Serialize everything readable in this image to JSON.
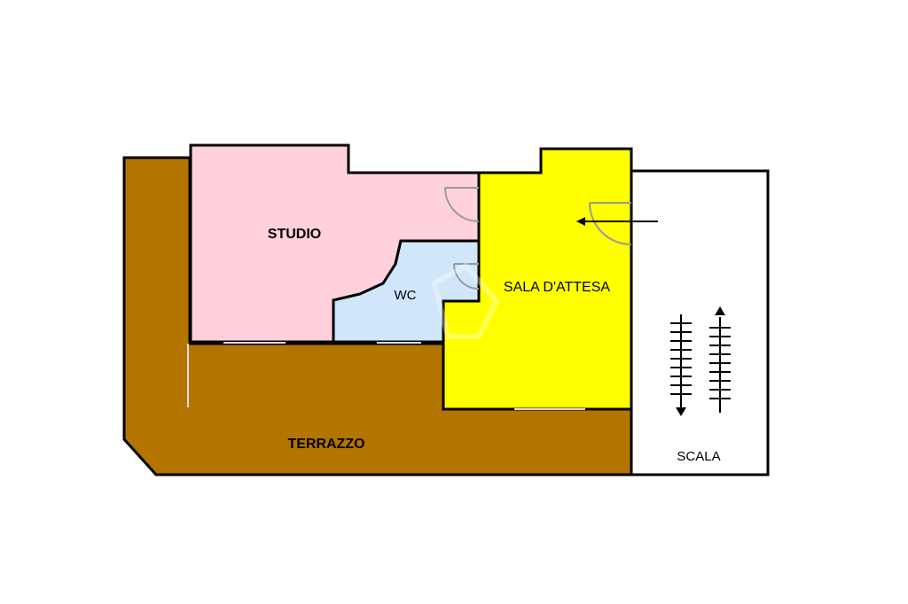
{
  "rooms": {
    "studio": {
      "label": "STUDIO",
      "color": "#ffd1dc"
    },
    "wc": {
      "label": "WC",
      "color": "#cfe6fb"
    },
    "sala": {
      "label": "SALA D'ATTESA",
      "color": "#ffff00"
    },
    "terrazzo": {
      "label": "TERRAZZO",
      "color": "#b37400"
    },
    "scala": {
      "label": "SCALA",
      "color": "#ffffff"
    }
  },
  "colors": {
    "wall": "#000000",
    "door_arc": "#999999"
  }
}
